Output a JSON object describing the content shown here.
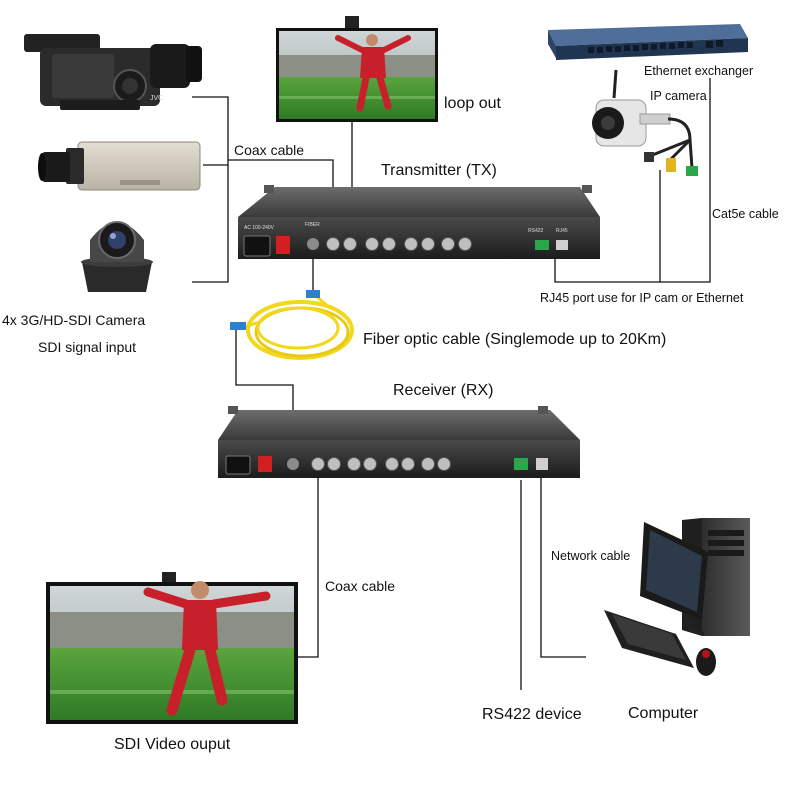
{
  "labels": {
    "loop_out": "loop out",
    "coax_cable_tx": "Coax cable",
    "transmitter": "Transmitter (TX)",
    "ethernet_exchanger": "Ethernet exchanger",
    "ip_camera": "IP camera",
    "cat5e_cable": "Cat5e cable",
    "rj45_note": "RJ45 port use for IP cam or Ethernet",
    "camera_input_line1": "4x 3G/HD-SDI Camera",
    "camera_input_line2": "SDI signal input",
    "fiber_cable": "Fiber optic cable (Singlemode up to 20Km)",
    "receiver": "Receiver (RX)",
    "network_cable": "Network cable",
    "coax_cable_rx": "Coax cable",
    "rs422_device": "RS422 device",
    "computer": "Computer",
    "sdi_video_output": "SDI Video ouput"
  },
  "device_text": {
    "fiber_port": "FIBER",
    "rs422_port": "RS422",
    "rj45_port": "RJ45",
    "power": "AC 100-240V"
  },
  "icons": {
    "camcorder": "camcorder-icon",
    "box_camera": "box-camera-icon",
    "ptz_camera": "ptz-camera-icon",
    "switch": "network-switch-icon",
    "ip_camera": "ip-camera-icon",
    "monitor": "monitor-icon",
    "computer": "computer-icon"
  },
  "colors": {
    "fiber": "#f2d81c",
    "connector": "#2f7fd1",
    "device_body": "#2a2a2a",
    "pitch": "#3f8d2f",
    "jersey": "#c8202a"
  }
}
